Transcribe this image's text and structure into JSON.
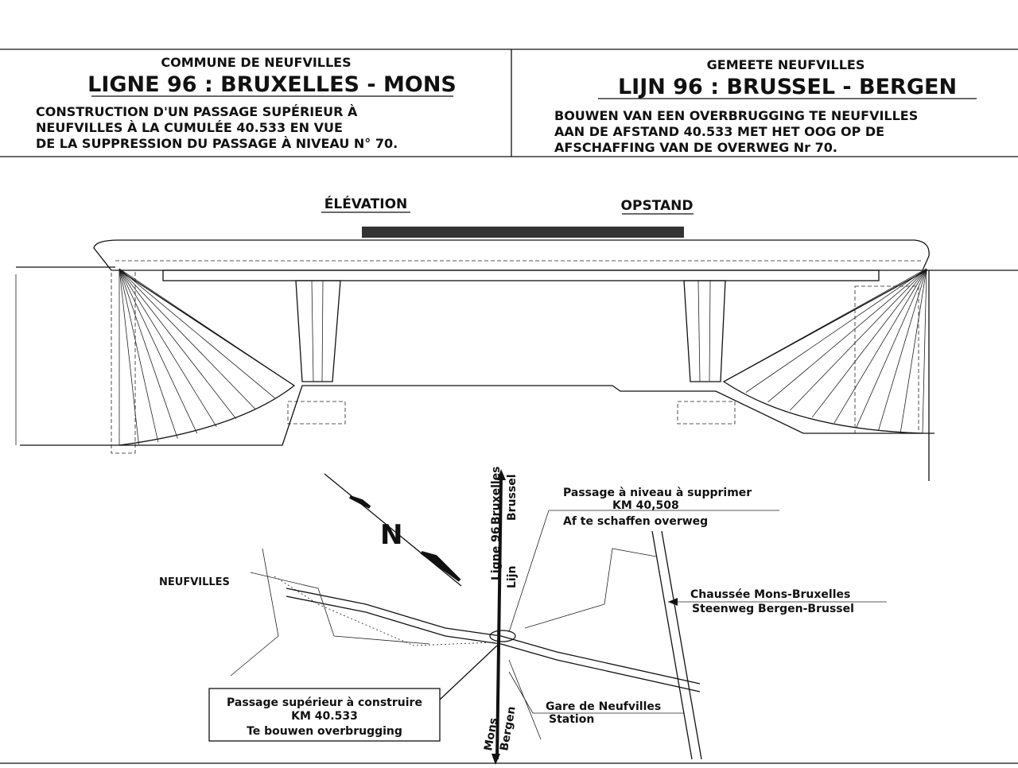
{
  "header": {
    "fr": {
      "commune": "COMMUNE DE NEUFVILLES",
      "line": "LIGNE 96 : BRUXELLES - MONS",
      "desc": [
        "CONSTRUCTION D'UN PASSAGE SUPÉRIEUR À",
        "NEUFVILLES À LA CUMULÉE 40.533 EN VUE",
        "DE LA SUPPRESSION DU PASSAGE À NIVEAU N° 70."
      ]
    },
    "nl": {
      "commune": "GEMEETE NEUFVILLES",
      "line": "LIJN 96 : BRUSSEL - BERGEN",
      "desc": [
        "BOUWEN VAN EEN OVERBRUGGING TE NEUFVILLES",
        "AAN DE AFSTAND 40.533 MET HET OOG OP DE",
        "AFSCHAFFING VAN DE OVERWEG Nr 70."
      ]
    }
  },
  "elevation": {
    "fr": "ÉLÉVATION",
    "nl": "OPSTAND"
  },
  "map": {
    "north": "N",
    "town": "NEUFVILLES",
    "rail_line": "Ligne 96",
    "rail_line_nl": "Lijn",
    "north_dest_fr": "Bruxelles",
    "north_dest_nl": "Brussel",
    "south_dest_fr": "Mons",
    "south_dest_nl": "Bergen",
    "level_crossing": [
      "Passage à niveau à supprimer",
      "KM 40,508",
      "Af te schaffen overweg"
    ],
    "road": [
      "Chaussée Mons-Bruxelles",
      "Steenweg Bergen-Brussel"
    ],
    "overpass": [
      "Passage supérieur à construire",
      "KM 40.533",
      "Te bouwen overbrugging"
    ],
    "station": [
      "Gare de Neufvilles",
      "Station"
    ]
  }
}
